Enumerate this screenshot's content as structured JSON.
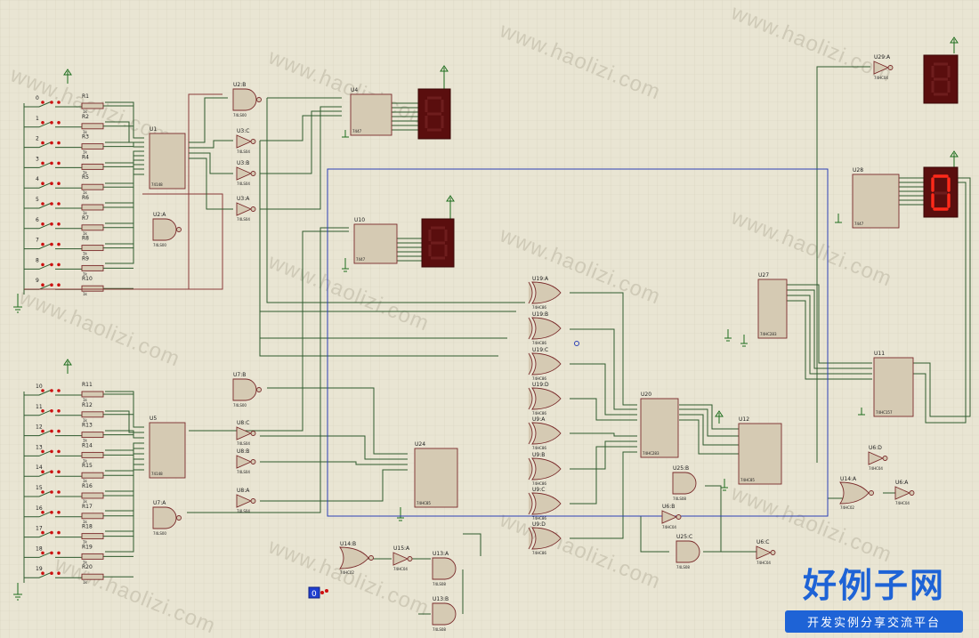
{
  "switch_labels": [
    "0",
    "1",
    "2",
    "3",
    "4",
    "5",
    "6",
    "7",
    "8",
    "9",
    "10",
    "11",
    "12",
    "13",
    "14",
    "15",
    "16",
    "17",
    "18",
    "19"
  ],
  "resistors": [
    "R1",
    "R2",
    "R3",
    "R4",
    "R5",
    "R6",
    "R7",
    "R8",
    "R9",
    "R10",
    "R11",
    "R12",
    "R13",
    "R14",
    "R15",
    "R16",
    "R17",
    "R18",
    "R19",
    "R20"
  ],
  "resistor_value": "1k",
  "parts": {
    "u1": {
      "ref": "U1",
      "type": "74148"
    },
    "u5": {
      "ref": "U5",
      "type": "74148"
    },
    "u2b": {
      "ref": "U2:B",
      "type": "74LS00"
    },
    "u2a": {
      "ref": "U2:A",
      "type": "74LS00"
    },
    "u7b": {
      "ref": "U7:B",
      "type": "74LS00"
    },
    "u7a": {
      "ref": "U7:A",
      "type": "74LS00"
    },
    "u3c": {
      "ref": "U3:C",
      "type": "74LS04"
    },
    "u3b": {
      "ref": "U3:B",
      "type": "74LS04"
    },
    "u3a": {
      "ref": "U3:A",
      "type": "74LS04"
    },
    "u8c": {
      "ref": "U8:C",
      "type": "74LS04"
    },
    "u8b": {
      "ref": "U8:B",
      "type": "74LS04"
    },
    "u8a": {
      "ref": "U8:A",
      "type": "74LS04"
    },
    "u4": {
      "ref": "U4",
      "type": "7447"
    },
    "u10": {
      "ref": "U10",
      "type": "7447"
    },
    "u28": {
      "ref": "U28",
      "type": "7447"
    },
    "u24": {
      "ref": "U24",
      "type": "74HC85"
    },
    "u12": {
      "ref": "U12",
      "type": "74HC85"
    },
    "u20": {
      "ref": "U20",
      "type": "74HC283"
    },
    "u27": {
      "ref": "U27",
      "type": "74HC283"
    },
    "u11": {
      "ref": "U11",
      "type": "74HC157"
    },
    "u19a": {
      "ref": "U19:A",
      "type": "74HC86"
    },
    "u19b": {
      "ref": "U19:B",
      "type": "74HC86"
    },
    "u19c": {
      "ref": "U19:C",
      "type": "74HC86"
    },
    "u19d": {
      "ref": "U19:D",
      "type": "74HC86"
    },
    "u9a": {
      "ref": "U9:A",
      "type": "74HC86"
    },
    "u9b": {
      "ref": "U9:B",
      "type": "74HC86"
    },
    "u9c": {
      "ref": "U9:C",
      "type": "74HC86"
    },
    "u9d": {
      "ref": "U9:D",
      "type": "74HC86"
    },
    "u25b": {
      "ref": "U25:B",
      "type": "74LS08"
    },
    "u25c": {
      "ref": "U25:C",
      "type": "74LS08"
    },
    "u13a": {
      "ref": "U13:A",
      "type": "74LS08"
    },
    "u13b": {
      "ref": "U13:B",
      "type": "74LS08"
    },
    "u14b": {
      "ref": "U14:B",
      "type": "74HC02"
    },
    "u14a": {
      "ref": "U14:A",
      "type": "74HC02"
    },
    "u15a": {
      "ref": "U15:A",
      "type": "74HC04"
    },
    "u6b": {
      "ref": "U6:B",
      "type": "74HC04"
    },
    "u6c": {
      "ref": "U6:C",
      "type": "74HC04"
    },
    "u6d": {
      "ref": "U6:D",
      "type": "74HC04"
    },
    "u6a": {
      "ref": "U6:A",
      "type": "74HC04"
    },
    "u29a": {
      "ref": "U29:A",
      "type": "74HC04"
    }
  },
  "logic_probe_value": "0",
  "display_digit": "0",
  "watermark_text": "www.haolizi.com",
  "brand": {
    "title": "好例子网",
    "subtitle": "开发实例分享交流平台"
  },
  "colors": {
    "background": "#e9e5d3",
    "grid": "#d8d3bf",
    "wire": "#2e5a2e",
    "part_outline": "#7a2b2b",
    "display_off": "#6e1010",
    "display_on": "#ff2a1a",
    "brand": "#1e63d6"
  }
}
